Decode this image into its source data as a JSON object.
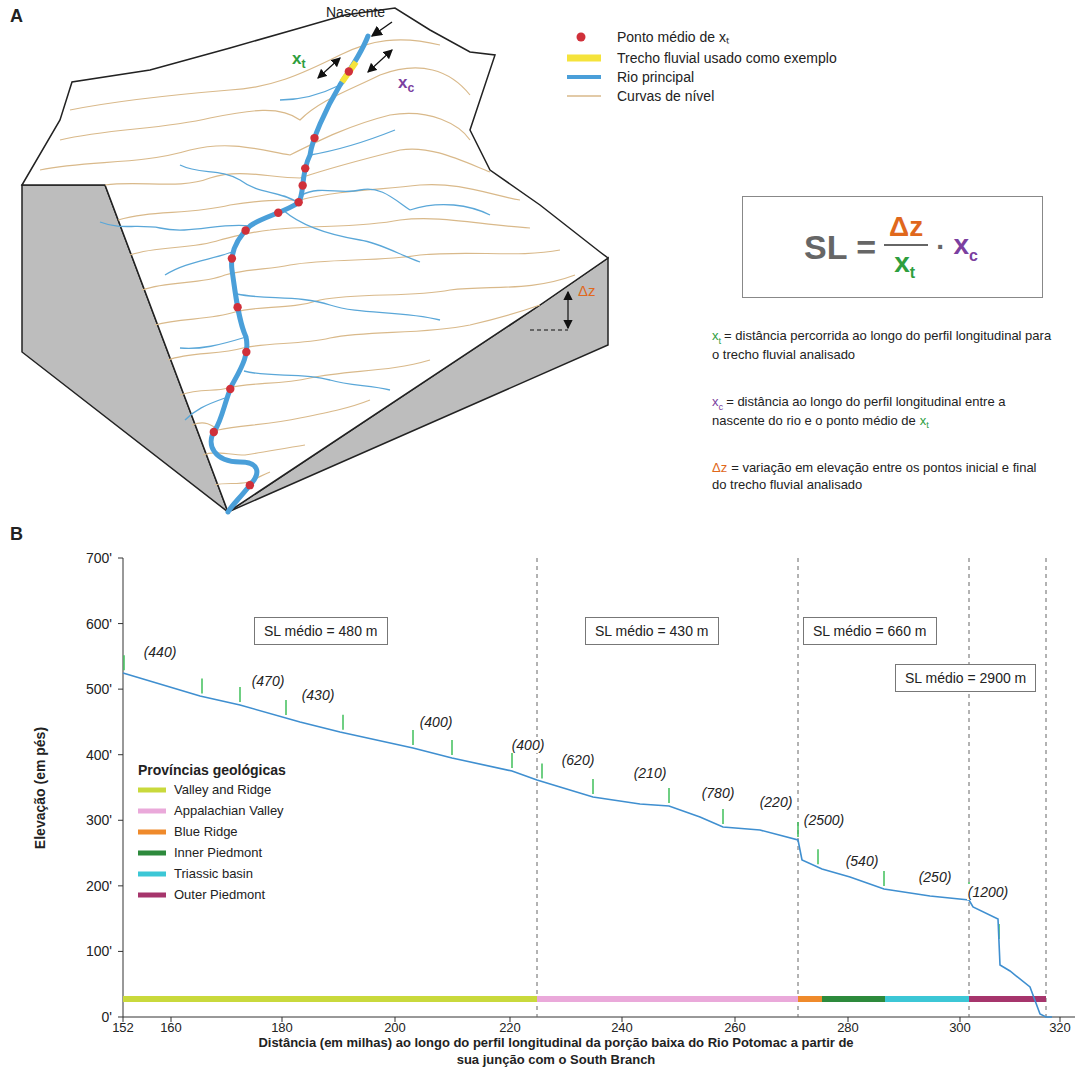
{
  "diagram": {
    "nodes": [
      {
        "text": [
          "SL =",
          "Δz",
          "x",
          "t",
          "·",
          "x",
          "c"
        ]
      },
      {
        "text": [
          "SL médio = 480 m"
        ]
      },
      {
        "text": [
          "SL médio = 430 m"
        ]
      },
      {
        "text": [
          "SL médio = 660 m"
        ]
      },
      {
        "text": [
          "SL médio = 2900 m"
        ]
      }
    ],
    "labels": [
      "A",
      "Nascente",
      "x",
      "t",
      "x",
      "c",
      "Δz",
      "x",
      "t",
      "= distância percorrida ao longo do perfil longitudinal para o trecho fluvial analisado",
      "x",
      "c",
      "= distância ao longo do perfil longitudinal entre a nascente do rio e o ponto médio de",
      "x",
      "t",
      "Δz",
      "= variação em elevação entre os pontos inicial e final do trecho fluvial analisado",
      "B",
      "700'",
      "600'",
      "500'",
      "400'",
      "300'",
      "200'",
      "100'",
      "0'",
      "152",
      "160",
      "180",
      "200",
      "220",
      "240",
      "260",
      "280",
      "300",
      "320",
      "Elevação (em pés)",
      "Distância (em milhas) ao longo do perfil longitudinal da porção baixa do Rio Potomac a partir de sua junção com o South Branch",
      "(440)",
      "(470)",
      "(430)",
      "(400)",
      "(400)",
      "(620)",
      "(210)",
      "(780)",
      "(220)",
      "(2500)",
      "(540)",
      "(250)",
      "(1200)",
      "Províncias geológicas"
    ],
    "legend": [
      {
        "text": "Ponto médio de xₜ"
      },
      {
        "text": "Trecho fluvial usado como exemplo",
        "color": "#f5e33b"
      },
      {
        "text": "Rio principal"
      },
      {
        "text": "Curvas de nível"
      },
      {
        "text": "Valley and Ridge",
        "color": "#c9d93c"
      },
      {
        "text": "Appalachian Valley",
        "color": "#eaa9da"
      },
      {
        "text": "Blue Ridge",
        "color": "#ef8a2b"
      },
      {
        "text": "Inner Piedmont",
        "color": "#2d8a3c"
      },
      {
        "text": "Triassic basin",
        "color": "#3cc7d6"
      },
      {
        "text": "Outer Piedmont",
        "color": "#a6356c"
      }
    ]
  }
}
